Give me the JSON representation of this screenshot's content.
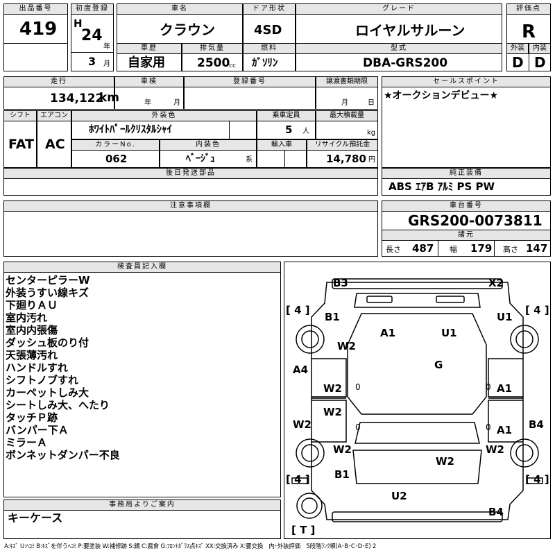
{
  "header": {
    "lot_label": "出品番号",
    "lot_value": "419",
    "first_reg_label": "初度登録",
    "era": "H",
    "year_value": "24",
    "year_unit": "年",
    "month_value": "3",
    "month_unit": "月",
    "name_label": "車名",
    "name_value": "クラウン",
    "door_label": "ドア形状",
    "door_value": "4SD",
    "grade_label": "グレード",
    "grade_value": "ロイヤルサルーン",
    "score_label": "評価点",
    "score_value": "R",
    "history_label": "車歴",
    "history_value": "自家用",
    "disp_label": "排気量",
    "disp_value": "2500",
    "disp_unit": "cc",
    "fuel_label": "燃料",
    "fuel_value": "ｶﾞｿﾘﾝ",
    "model_label": "型式",
    "model_value": "DBA-GRS200",
    "ext_label": "外装",
    "ext_value": "D",
    "int_label": "内装",
    "int_value": "D"
  },
  "row2": {
    "mileage_label": "走行",
    "mileage_value": "134,122",
    "mileage_unit": "km",
    "inspection_label": "車検",
    "insp_year_unit": "年",
    "insp_month_unit": "月",
    "regno_label": "登録番号",
    "transfer_label": "譲渡書類期限",
    "transfer_month_unit": "月",
    "transfer_day_unit": "日",
    "shift_label": "シフト",
    "shift_value": "FAT",
    "ac_label": "エアコン",
    "ac_value": "AC",
    "color_label": "外装色",
    "color_value": "ﾎﾜｲﾄﾊﾟｰﾙｸﾘｽﾀﾙｼｬｲ",
    "cap_label": "乗車定員",
    "cap_value": "5",
    "cap_unit": "人",
    "load_label": "最大積載量",
    "load_unit": "kg",
    "colorno_label": "カラーNo.",
    "colorno_value": "062",
    "intcolor_label": "内装色",
    "intcolor_value": "ﾍﾞｰｼﾞｭ",
    "intcolor_unit": "系",
    "import_label": "輸入車",
    "recycle_label": "リサイクル預託金",
    "recycle_value": "14,780",
    "recycle_unit": "円",
    "later_label": "後日発送部品"
  },
  "sales": {
    "label": "セールスポイント",
    "text": "★オークションデビュー★"
  },
  "equip": {
    "label": "純正装備",
    "items": "ABS ｴｱB ｱﾙﾐ PS PW"
  },
  "caution": {
    "label": "注意事項欄"
  },
  "chassis": {
    "label": "車台番号",
    "value": "GRS200-0073811",
    "spec_label": "諸元",
    "length_label": "長さ",
    "length_value": "487",
    "width_label": "幅",
    "width_value": "179",
    "height_label": "高さ",
    "height_value": "147"
  },
  "inspector": {
    "label": "検査員記入欄",
    "notes": [
      "センターピラーW",
      "外装うすい線キズ",
      "下廻りＡＵ",
      "室内汚れ",
      "室内内張傷",
      "ダッシュ板のり付",
      "天張薄汚れ",
      "ハンドルすれ",
      "シフトノブすれ",
      "カーペットしみ大",
      "シートしみ大、へたり",
      "タッチＰ跡",
      "バンパー下Ａ",
      "ミラーＡ",
      "ボンネットダンパー不良"
    ]
  },
  "office": {
    "label": "事務局よりご案内",
    "text": "キーケース"
  },
  "diagram": {
    "marks": [
      "B3",
      "X2",
      "B1",
      "U1",
      "A1",
      "U1",
      "W2",
      "G",
      "A4",
      "W2",
      "A1",
      "W2",
      "B4",
      "W2",
      "A1",
      "W2",
      "W2",
      "W2",
      "B1",
      "U2",
      "B4"
    ],
    "tire_labels": [
      "[ 4 ]",
      "[ 4 ]",
      "[ 4 ]",
      "[ 4 ]",
      "[ T ]"
    ],
    "zero_marks": [
      "0",
      "0",
      "0",
      "0"
    ]
  },
  "legend": "A:ｷｽﾞ U:ﾍｺﾐ B:ｷｽﾞを伴うﾍｺﾐ P:要塗装 W:補修跡 S:錆 C:腐食 G:ﾌﾛﾝﾄｶﾞﾗｽ点ｷｽﾞ XX:交換済み X:要交換　内･外装評価　5段階ﾗﾝｸ順(A･B･C･D･E) 2"
}
